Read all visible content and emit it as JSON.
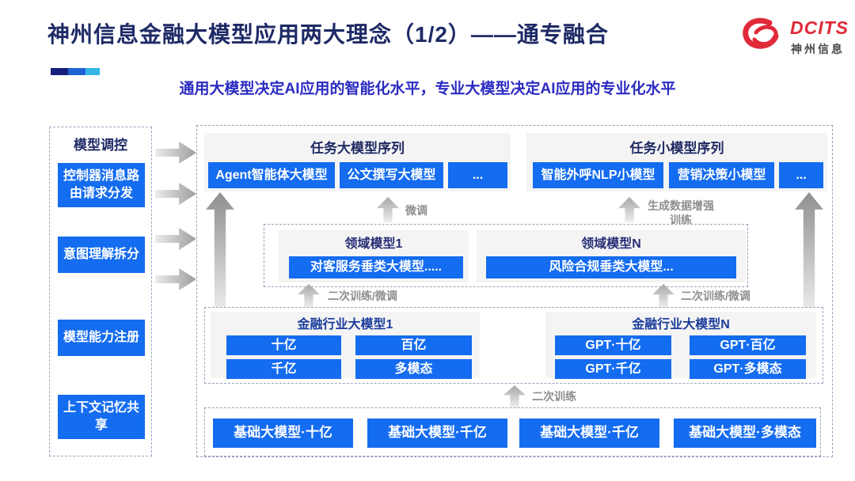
{
  "header": {
    "title": "神州信息金融大模型应用两大理念（1/2）——通专融合",
    "subtitle": "通用大模型决定AI应用的智能化水平，专业大模型决定AI应用的专业化水平",
    "logo": {
      "brand": "DCITS",
      "company": "神州信息"
    }
  },
  "sidebar": {
    "title": "模型调控",
    "items": [
      "控制器消息路由请求分发",
      "意图理解拆分",
      "模型能力注册",
      "上下文记忆共享"
    ]
  },
  "top_sections": [
    {
      "title": "任务大模型序列",
      "boxes": [
        "Agent智能体大模型",
        "公文撰写大模型",
        "..."
      ]
    },
    {
      "title": "任务小模型序列",
      "boxes": [
        "智能外呼NLP小模型",
        "营销决策小模型",
        "..."
      ]
    }
  ],
  "domain_section": {
    "groups": [
      {
        "title": "领域模型1",
        "box": "对客服务垂类大模型....."
      },
      {
        "title": "领域模型N",
        "box": "风险合规垂类大模型..."
      }
    ]
  },
  "industry_section": {
    "groups": [
      {
        "title": "金融行业大模型1",
        "boxes": [
          "十亿",
          "百亿",
          "千亿",
          "多模态"
        ]
      },
      {
        "title": "金融行业大模型N",
        "boxes": [
          "GPT·十亿",
          "GPT·百亿",
          "GPT·千亿",
          "GPT·多模态"
        ]
      }
    ]
  },
  "base_section": {
    "boxes": [
      "基础大模型·十亿",
      "基础大模型·千亿",
      "基础大模型·千亿",
      "基础大模型·多模态"
    ]
  },
  "arrow_labels": {
    "finetune": "微调",
    "gen_data_train": "生成数据增强训练",
    "secondary_finetune_left": "二次训练/微调",
    "secondary_finetune_right": "二次训练/微调",
    "secondary_train": "二次训练"
  },
  "colors": {
    "accent_blue": "#146CF0",
    "title_navy": "#1E2A66",
    "subtitle_blue": "#2B2BC2",
    "logo_red": "#E02A3A",
    "panel_gray": "#F4F4F4",
    "dashed_border": "#97A3BC",
    "arrow_gray": "#9D9D9D"
  }
}
